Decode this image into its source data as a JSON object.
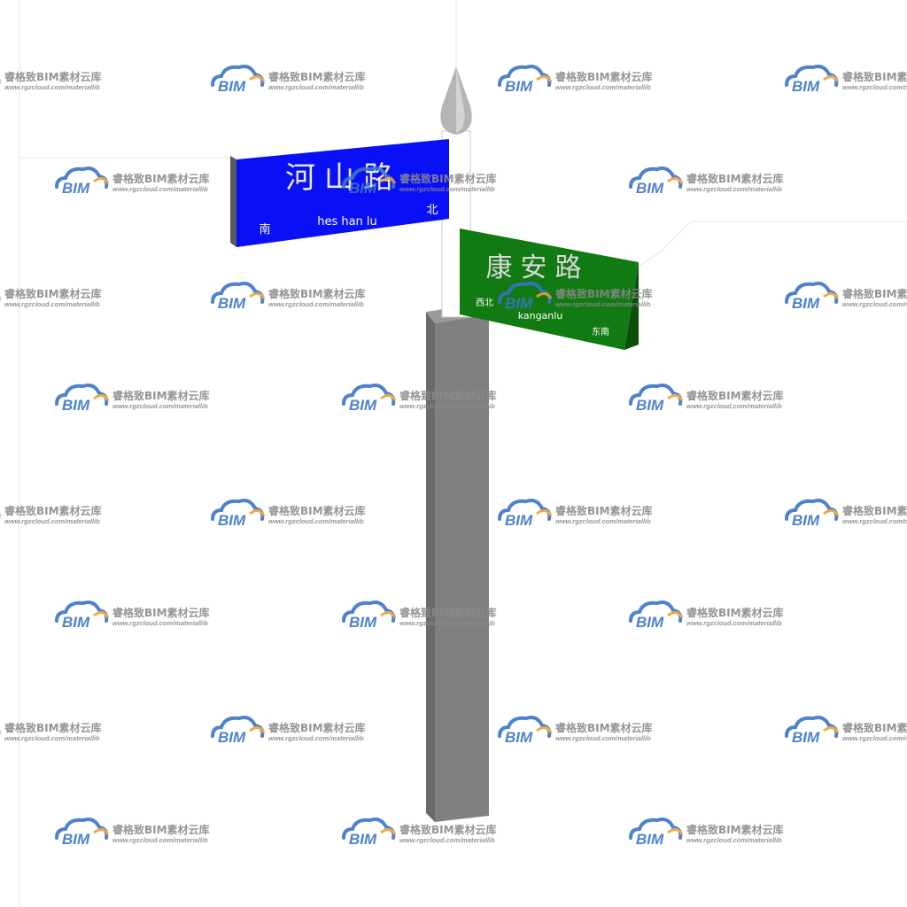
{
  "colors": {
    "pole": "#808080",
    "pole_light": "#9a9a9a",
    "pole_dark": "#6a6a6a",
    "blue_sign": "#0a10f5",
    "green_sign": "#127a12",
    "cap": "#b8b8b8",
    "wm_blue": "#3a74c8",
    "wm_orange": "#f0a030",
    "wm_gray": "#8a8a8a"
  },
  "blue_sign": {
    "name": "河山路",
    "pinyin": "hes han lu",
    "left_direction": "南",
    "right_direction": "北"
  },
  "green_sign": {
    "name": "康安路",
    "pinyin": "kanganlu",
    "left_direction": "西北",
    "right_direction": "东南"
  },
  "watermark": {
    "logo": "BIM",
    "brand": "睿格致BIM素材云库",
    "url": "www.rgzcloud.com/materiallib"
  }
}
